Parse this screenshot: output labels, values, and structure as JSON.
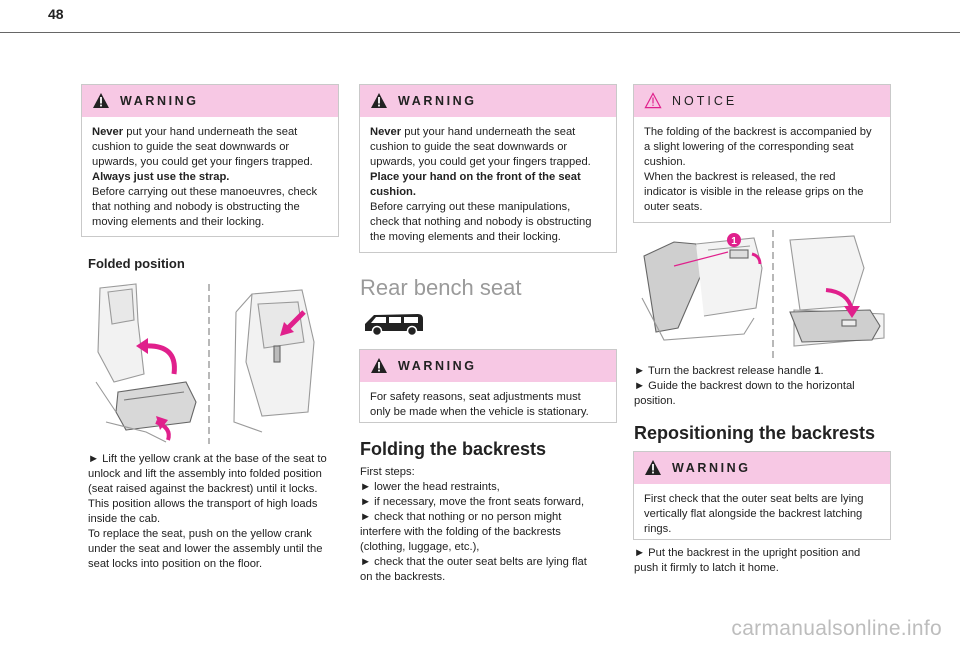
{
  "page": {
    "number": "48",
    "watermark": "carmanualsonline.info"
  },
  "col1": {
    "warning": {
      "title": "WARNING",
      "lines": [
        [
          "Never",
          " put your hand underneath the seat"
        ],
        [
          "",
          "cushion to guide the seat downwards or"
        ],
        [
          "",
          "upwards, you could get your fingers trapped."
        ],
        [
          "Always just use the strap.",
          ""
        ],
        [
          "",
          "Before carrying out these manoeuvres, check"
        ],
        [
          "",
          "that nothing and nobody is obstructing the"
        ],
        [
          "",
          "moving elements and their locking."
        ]
      ]
    },
    "heading": "Folded position",
    "text": [
      "► Lift the yellow crank at the base of the seat to",
      "unlock and lift the assembly into folded position",
      "(seat raised against the backrest) until it locks.",
      "This position allows the transport of high loads",
      "inside the cab.",
      "To replace the seat, push on the yellow crank",
      "under the seat and lower the assembly until the",
      "seat locks into position on the floor."
    ]
  },
  "col2": {
    "warning": {
      "title": "WARNING",
      "lines": [
        [
          "Never",
          " put your hand underneath the seat"
        ],
        [
          "",
          "cushion to guide the seat downwards or"
        ],
        [
          "",
          "upwards, you could get your fingers trapped."
        ],
        [
          "Place your hand on the front of the seat",
          ""
        ],
        [
          "cushion.",
          ""
        ],
        [
          "",
          "Before carrying out these manipulations,"
        ],
        [
          "",
          "check that nothing and nobody is obstructing"
        ],
        [
          "",
          "the moving elements and their locking."
        ]
      ]
    },
    "section_title": "Rear bench seat",
    "warning2": {
      "title": "WARNING",
      "lines": [
        "For safety reasons, seat adjustments must",
        "only be made when the vehicle is stationary."
      ]
    },
    "heading": "Folding the backrests",
    "text": [
      "First steps:",
      "► lower the head restraints,",
      "► if necessary, move the front seats forward,",
      "► check that nothing or no person might",
      "interfere with the folding of the backrests",
      "(clothing, luggage, etc.),",
      "► check that the outer seat belts are lying flat",
      "on the backrests."
    ]
  },
  "col3": {
    "notice": {
      "title": "NOTICE",
      "lines": [
        "The folding of the backrest is accompanied by",
        "a slight lowering of the corresponding seat",
        "cushion.",
        "When the backrest is released, the red",
        "indicator is visible in the release grips on the",
        "outer seats."
      ]
    },
    "callout": "1",
    "steps": [
      [
        "► Turn the backrest release handle ",
        "1",
        "."
      ],
      [
        "► Guide the backrest down to the horizontal",
        "",
        ""
      ],
      [
        "position.",
        "",
        ""
      ]
    ],
    "heading": "Repositioning the backrests",
    "warning": {
      "title": "WARNING",
      "lines": [
        "First check that the outer seat belts are lying",
        "vertically flat alongside the backrest latching",
        "rings."
      ]
    },
    "text": [
      "► Put the backrest in the upright position and",
      "push it firmly to latch it home."
    ]
  },
  "colors": {
    "header_pink": "#f7c8e4",
    "arrow_magenta": "#e0208c",
    "callout_pink": "#e0208c",
    "border": "#c9c9c9"
  },
  "icons": [
    "warning-triangle-icon",
    "notice-triangle-icon",
    "van-icon"
  ]
}
